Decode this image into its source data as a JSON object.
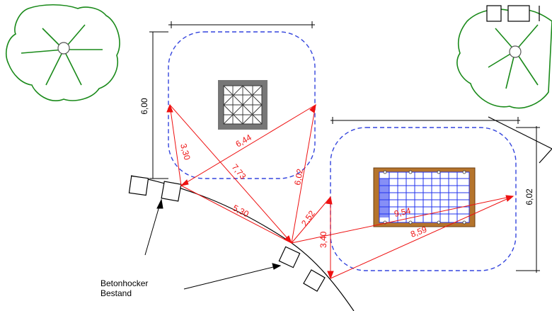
{
  "colors": {
    "tree": "#1a8a1a",
    "safety_zone": "#3344dd",
    "measure": "#ee1111",
    "line": "#000000",
    "platform_gray": "#777777",
    "climber_wood": "#b5742c",
    "climber_net": "#2233ee"
  },
  "note": {
    "line1": "Betonhocker",
    "line2": "Bestand"
  },
  "dimensions": {
    "left_height": "6,00",
    "right_height": "6,02"
  },
  "measurements": {
    "m1": "3,30",
    "m2": "6,44",
    "m3": "7,73",
    "m4": "6,02",
    "m5": "5,30",
    "m6": "2,52",
    "m7": "3,40",
    "m8": "9,54",
    "m9": "8,59"
  },
  "icons": {
    "tree_left": "tree-symbol-icon",
    "tree_right": "tree-symbol-icon",
    "concrete_stools": "square-stool-icon"
  }
}
